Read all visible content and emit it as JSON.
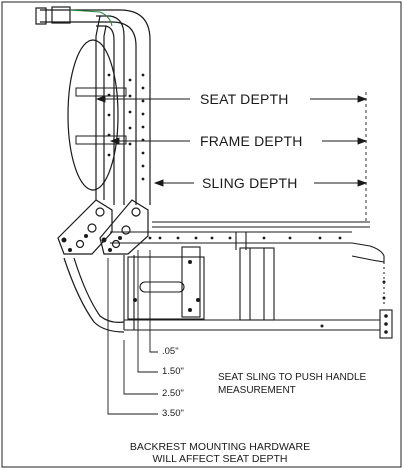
{
  "labels": {
    "seat_depth": "SEAT DEPTH",
    "frame_depth": "FRAME DEPTH",
    "sling_depth": "SLING DEPTH"
  },
  "offsets": [
    ".05\"",
    "1.50\"",
    "2.50\"",
    "3.50\""
  ],
  "notes": {
    "sling_to_handle_line1": "SEAT SLING TO PUSH HANDLE",
    "sling_to_handle_line2": "MEASUREMENT",
    "hardware_line1": "BACKREST MOUNTING HARDWARE",
    "hardware_line2": "WILL AFFECT SEAT DEPTH"
  },
  "colors": {
    "line": "#1a1a1a",
    "accent_green": "#1f8a3a"
  }
}
